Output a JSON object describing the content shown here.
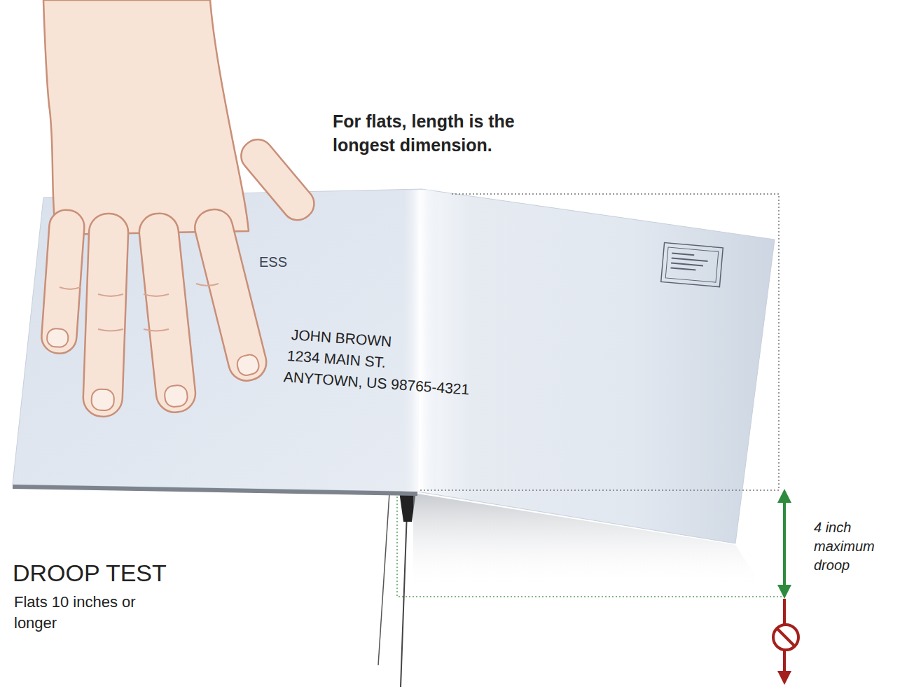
{
  "diagram": {
    "title": "DROOP TEST",
    "labels": [
      "For flats, length is the longest dimension.",
      "ESS",
      "JOHN BROWN",
      "1234 MAIN ST.",
      "ANYTOWN, US 98765-4321",
      "4 inch maximum droop",
      "Flats 10 inches or longer"
    ]
  }
}
